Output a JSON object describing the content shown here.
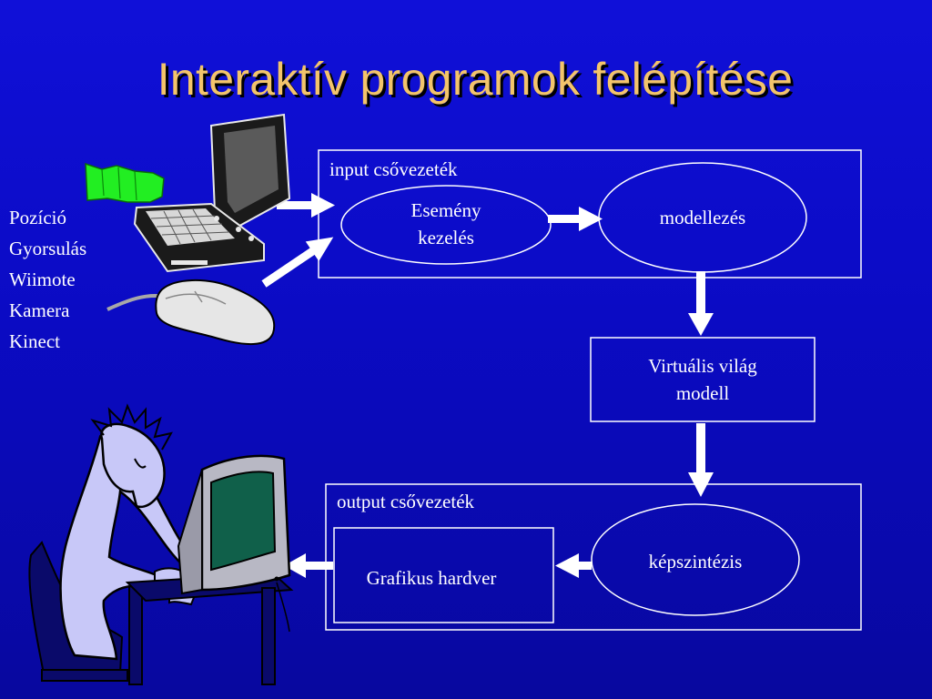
{
  "slide": {
    "title": "Interaktív programok felépítése"
  },
  "devices": {
    "items": [
      "Pozíció",
      "Gyorsulás",
      "Wiimote",
      "Kamera",
      "Kinect"
    ]
  },
  "input_pipeline": {
    "label": "input csővezeték",
    "event_line1": "Esemény",
    "event_line2": "kezelés",
    "modeling": "modellezés"
  },
  "virtual_world": {
    "line1": "Virtuális világ",
    "line2": "modell"
  },
  "output_pipeline": {
    "label": "output csővezeték",
    "graphics_hw": "Grafikus hardver",
    "synthesis": "képszintézis"
  },
  "colors": {
    "background": "#0b0bc4",
    "title": "#f3c46b",
    "lines": "#ffffff",
    "person_skin": "#c8c8f8",
    "monitor_screen": "#10604a",
    "glove": "#22ee22"
  },
  "icons": [
    "laptop-icon",
    "glove-icon",
    "mouse-icon",
    "person-icon",
    "monitor-icon"
  ]
}
